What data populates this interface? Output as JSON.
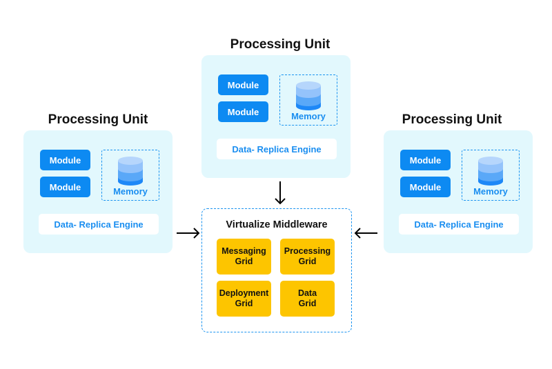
{
  "colors": {
    "unit_bg": "#e2f8fd",
    "module_bg": "#0d8af2",
    "accent_blue": "#1a8ef0",
    "grid_yellow": "#fdc500",
    "text_dark": "#111111"
  },
  "units": [
    {
      "title": "Processing Unit",
      "modules": [
        "Module",
        "Module"
      ],
      "memory_label": "Memory",
      "memory_icon": "database-icon",
      "replica_label": "Data- Replica Engine"
    },
    {
      "title": "Processing Unit",
      "modules": [
        "Module",
        "Module"
      ],
      "memory_label": "Memory",
      "memory_icon": "database-icon",
      "replica_label": "Data- Replica Engine"
    },
    {
      "title": "Processing Unit",
      "modules": [
        "Module",
        "Module"
      ],
      "memory_label": "Memory",
      "memory_icon": "database-icon",
      "replica_label": "Data- Replica Engine"
    }
  ],
  "middleware": {
    "title": "Virtualize Middleware",
    "grids": [
      "Messaging\nGrid",
      "Processing\nGrid",
      "Deployment\nGrid",
      "Data\nGrid"
    ]
  },
  "arrows": [
    {
      "from": "left-unit",
      "to": "middleware",
      "icon": "arrow-right-icon"
    },
    {
      "from": "top-unit",
      "to": "middleware",
      "icon": "arrow-down-icon"
    },
    {
      "from": "right-unit",
      "to": "middleware",
      "icon": "arrow-left-icon"
    }
  ]
}
